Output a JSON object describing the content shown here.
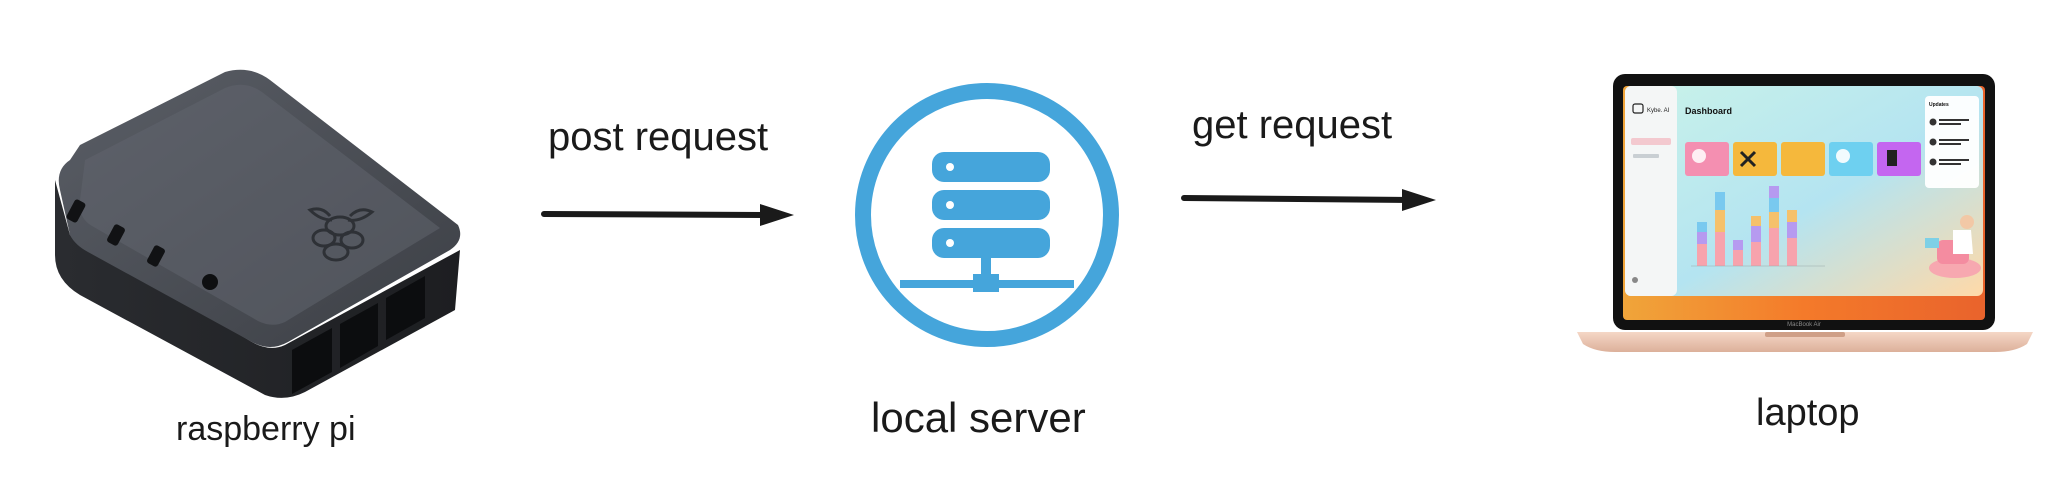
{
  "nodes": {
    "raspberry_pi": {
      "label": "raspberry pi"
    },
    "local_server": {
      "label": "local server",
      "color": "#45a5db"
    },
    "laptop": {
      "label": "laptop",
      "screen": {
        "app_name": "Kybe. AI",
        "page_title": "Dashboard",
        "panel_title": "Updates",
        "card_colors": [
          "#f48fb1",
          "#f5b83c",
          "#f5b83c",
          "#6ed0f0",
          "#c466f0"
        ],
        "model_text": "MacBook Air"
      }
    }
  },
  "edges": {
    "post": {
      "label": "post request"
    },
    "get": {
      "label": "get request"
    }
  }
}
